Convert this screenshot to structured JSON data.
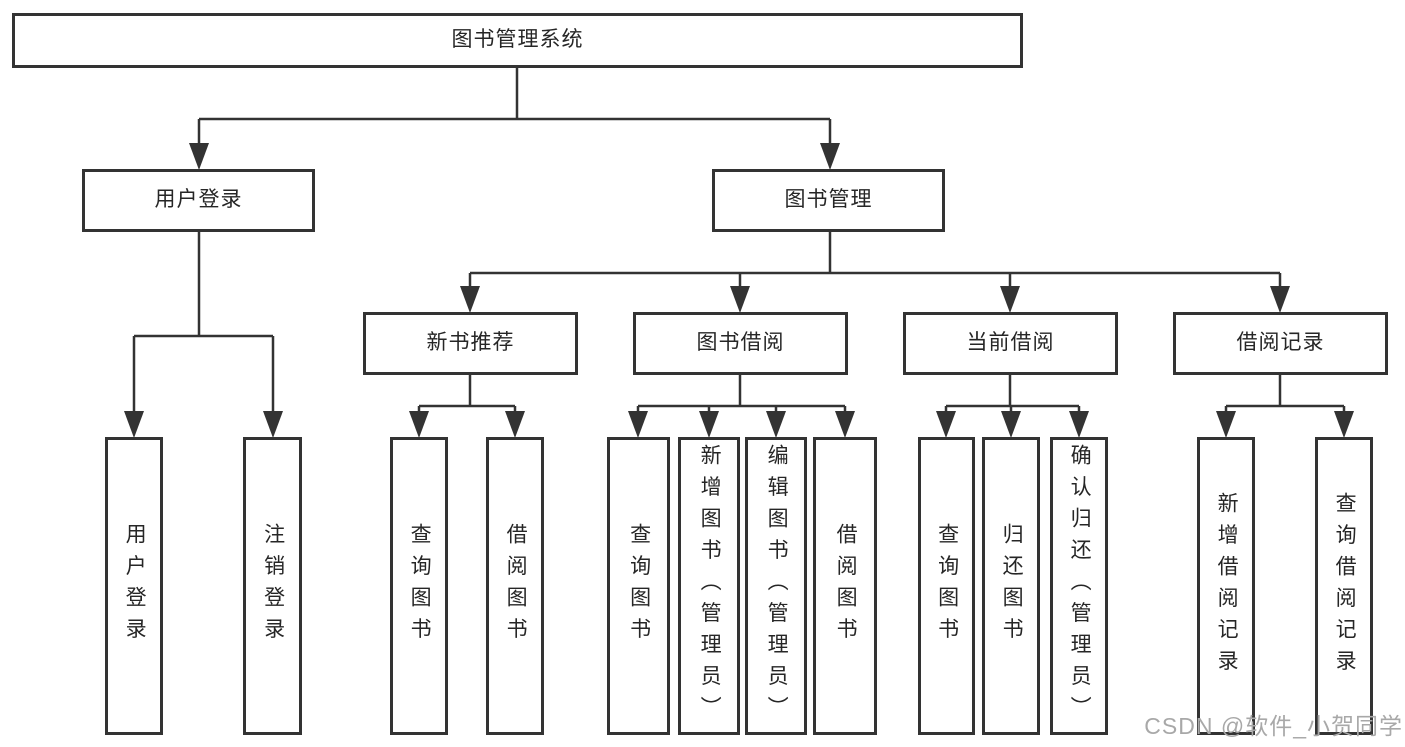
{
  "tree": {
    "root": {
      "label": "图书管理系统"
    },
    "level2": [
      {
        "label": "用户登录",
        "parent": "图书管理系统"
      },
      {
        "label": "图书管理",
        "parent": "图书管理系统"
      }
    ],
    "level3": [
      {
        "label": "新书推荐",
        "parent": "图书管理"
      },
      {
        "label": "图书借阅",
        "parent": "图书管理"
      },
      {
        "label": "当前借阅",
        "parent": "图书管理"
      },
      {
        "label": "借阅记录",
        "parent": "图书管理"
      }
    ],
    "leaves": [
      {
        "label": "用户登录",
        "parent": "用户登录"
      },
      {
        "label": "注销登录",
        "parent": "用户登录"
      },
      {
        "label": "查询图书",
        "parent": "新书推荐"
      },
      {
        "label": "借阅图书",
        "parent": "新书推荐"
      },
      {
        "label": "查询图书",
        "parent": "图书借阅"
      },
      {
        "label": "新增图书（管理员）",
        "parent": "图书借阅"
      },
      {
        "label": "编辑图书（管理员）",
        "parent": "图书借阅"
      },
      {
        "label": "借阅图书",
        "parent": "图书借阅"
      },
      {
        "label": "查询图书",
        "parent": "当前借阅"
      },
      {
        "label": "归还图书",
        "parent": "当前借阅"
      },
      {
        "label": "确认归还（管理员）",
        "parent": "当前借阅"
      },
      {
        "label": "新增借阅记录",
        "parent": "借阅记录"
      },
      {
        "label": "查询借阅记录",
        "parent": "借阅记录"
      }
    ]
  },
  "watermark": "CSDN @软件_小贺同学",
  "colors": {
    "line": "#333333",
    "box_border": "#333333",
    "box_fill": "#ffffff",
    "text": "#262626",
    "watermark": "#a8a8a8"
  }
}
